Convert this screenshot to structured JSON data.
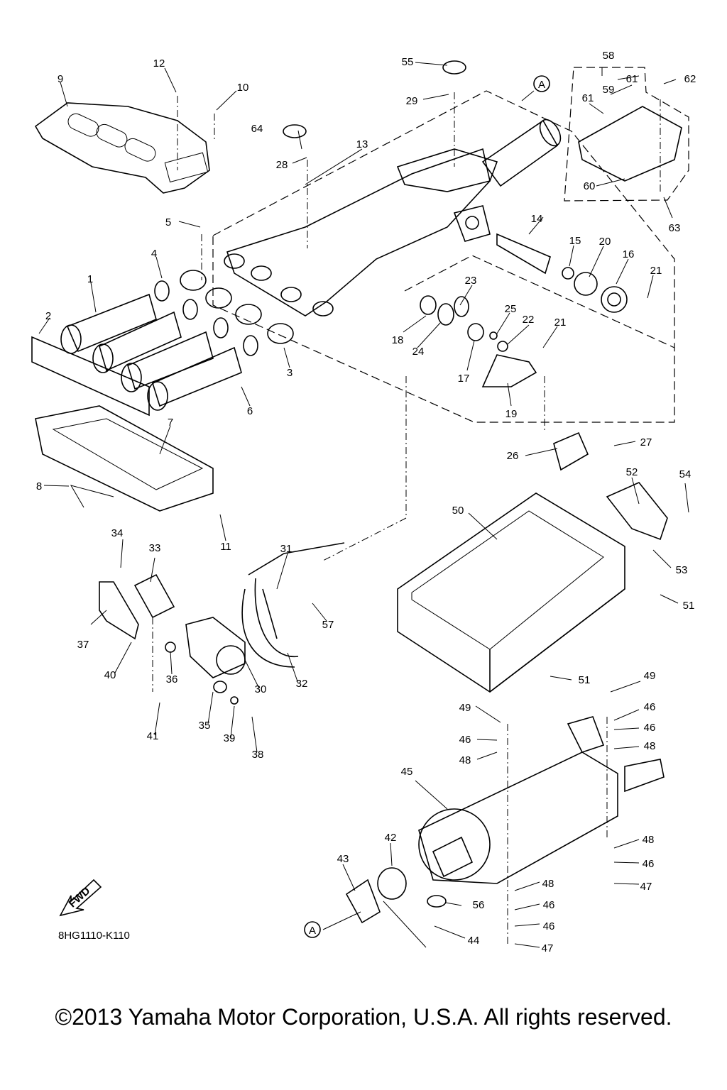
{
  "diagram_code": "8HG1110-K110",
  "fwd_label": "FWD",
  "copyright": "©2013 Yamaha Motor Corporation, U.S.A. All rights reserved.",
  "ref_marker": "A",
  "callouts": [
    "1",
    "2",
    "3",
    "4",
    "5",
    "6",
    "7",
    "8",
    "9",
    "10",
    "11",
    "12",
    "13",
    "14",
    "15",
    "16",
    "17",
    "18",
    "19",
    "20",
    "21",
    "21",
    "22",
    "23",
    "24",
    "25",
    "26",
    "27",
    "28",
    "29",
    "30",
    "31",
    "32",
    "33",
    "34",
    "35",
    "36",
    "37",
    "38",
    "39",
    "40",
    "41",
    "42",
    "43",
    "44",
    "45",
    "46",
    "46",
    "46",
    "46",
    "46",
    "46",
    "47",
    "47",
    "48",
    "48",
    "48",
    "48",
    "49",
    "49",
    "50",
    "51",
    "51",
    "52",
    "53",
    "54",
    "55",
    "56",
    "57",
    "58",
    "59",
    "60",
    "61",
    "61",
    "62",
    "63",
    "64"
  ]
}
